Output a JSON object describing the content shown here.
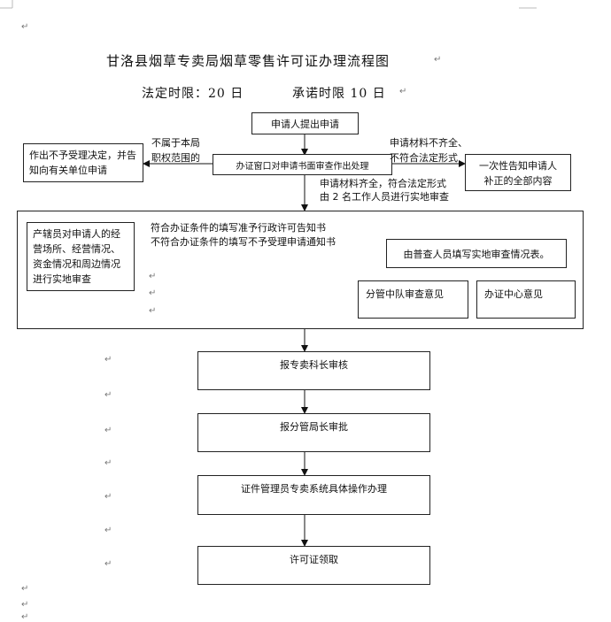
{
  "title": "甘洛县烟草专卖局烟草零售许可证办理流程图",
  "subtitle_statutory": "法定时限：20 日",
  "subtitle_promise": "承诺时限 10 日",
  "nodes": {
    "apply": "申请人提出申请",
    "window_review": "办证窗口对申请书面审查作出处理",
    "not_accepted": "作出不予受理决定，并告知向有关单位申请",
    "notify_once": "一次性告知申请人补正的全部内容",
    "inspection_note": "产辖员对申请人的经营场所、经营情况、资金情况和周边情况进行实地审查",
    "fill_form": "由普查人员填写实地审查情况表。",
    "squad_opinion": "分管中队审查意见",
    "center_opinion": "办证中心意见",
    "chief_review": "报专卖科长审核",
    "director_approve": "报分管局长审批",
    "admin_process": "证件管理员专卖系统具体操作办理",
    "collect": "许可证领取"
  },
  "edge_labels": {
    "out_of_scope_1": "不属于本局",
    "out_of_scope_2": "职权范围的",
    "incomplete_1": "申请材料不齐全、",
    "incomplete_2": "不符合法定形式",
    "complete_1": "申请材料齐全，符合法定形式",
    "complete_2": "由 2 名工作人员进行实地审查",
    "qualified": "符合办证条件的填写准予行政许可告知书",
    "unqualified": "不符合办证条件的填写不予受理申请通知书"
  }
}
